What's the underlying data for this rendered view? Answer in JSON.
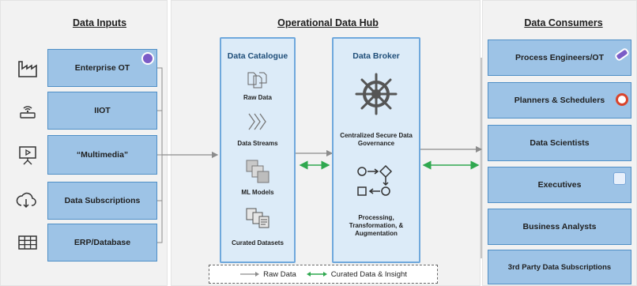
{
  "sections": {
    "inputs_title": "Data Inputs",
    "hub_title": "Operational Data Hub",
    "consumers_title": "Data Consumers"
  },
  "inputs": [
    {
      "label": "Enterprise OT",
      "icon": "factory-icon"
    },
    {
      "label": "IIOT",
      "icon": "wifi-router-icon"
    },
    {
      "label": "“Multimedia”",
      "icon": "presentation-icon"
    },
    {
      "label": "Data Subscriptions",
      "icon": "cloud-download-icon"
    },
    {
      "label": "ERP/Database",
      "icon": "table-grid-icon"
    }
  ],
  "catalogue": {
    "title": "Data Catalogue",
    "items": [
      "Raw Data",
      "Data Streams",
      "ML Models",
      "Curated Datasets"
    ]
  },
  "broker": {
    "title": "Data Broker",
    "governance": "Centralized Secure Data Governance",
    "processing": "Processing, Transformation, & Augmentation"
  },
  "consumers": [
    "Process Engineers/OT",
    "Planners & Schedulers",
    "Data Scientists",
    "Executives",
    "Business Analysts",
    "3rd Party Data Subscriptions"
  ],
  "legend": {
    "raw": "Raw Data",
    "curated": "Curated Data & Insight"
  },
  "colors": {
    "box_fill": "#9dc3e6",
    "box_border": "#4f8fc6",
    "raw_arrow": "#8c8c8c",
    "curated_arrow": "#2fa84f"
  }
}
